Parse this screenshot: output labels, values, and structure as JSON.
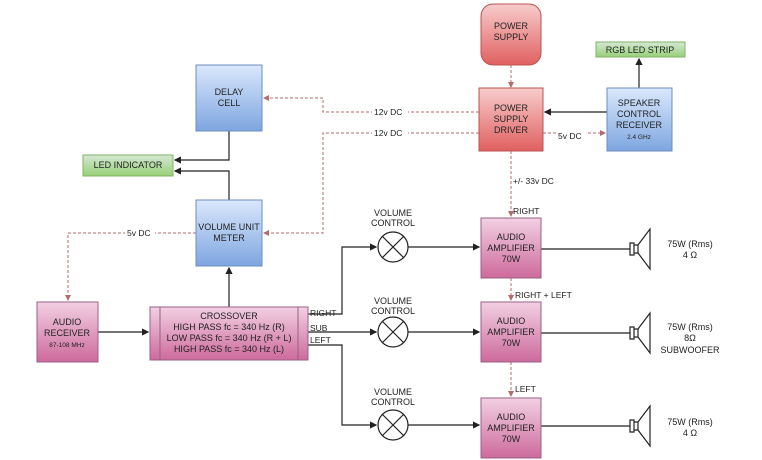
{
  "blocks": {
    "power_supply": [
      "POWER",
      "SUPPLY"
    ],
    "power_driver": [
      "POWER",
      "SUPPLY",
      "DRIVER"
    ],
    "speaker_receiver": [
      "SPEAKER",
      "CONTROL",
      "RECEIVER"
    ],
    "speaker_receiver_freq": "2.4 GHz",
    "rgb_strip": "RGB LED STRIP",
    "delay_cell": [
      "DELAY",
      "CELL"
    ],
    "led_indicator": "LED INDICATOR",
    "vu_meter": [
      "VOLUME UNIT",
      "METER"
    ],
    "audio_receiver": [
      "AUDIO",
      "RECEIVER"
    ],
    "audio_receiver_freq": "87-108 MHz",
    "crossover": [
      "CROSSOVER",
      "HIGH PASS fc = 340 Hz  (R)",
      "LOW PASS fc = 340 Hz  (R + L)",
      "HIGH PASS fc = 340 Hz  (L)"
    ],
    "volume_control": [
      "VOLUME",
      "CONTROL"
    ],
    "amplifier": [
      "AUDIO",
      "AMPLIFIER",
      "70W"
    ]
  },
  "labels": {
    "v12a": "12v DC",
    "v12b": "12v DC",
    "v5_sc": "5v DC",
    "v5_rx": "5v DC",
    "v33": "+/- 33v DC",
    "right": "RIGHT",
    "sub": "SUB",
    "left": "LEFT",
    "amp_right": "RIGHT",
    "amp_sub": "RIGHT + LEFT",
    "amp_left": "LEFT"
  },
  "speakers": [
    {
      "power": "75W (Rms)",
      "impedance": "4 Ω"
    },
    {
      "power": "75W (Rms)",
      "impedance": "8Ω",
      "note": "SUBWOOFER"
    },
    {
      "power": "75W (Rms)",
      "impedance": "4 Ω"
    }
  ],
  "colors": {
    "red": "#ea6b6b",
    "blue": "#7ea6e0",
    "green": "#a9d08e",
    "pink": "#d0689b"
  }
}
